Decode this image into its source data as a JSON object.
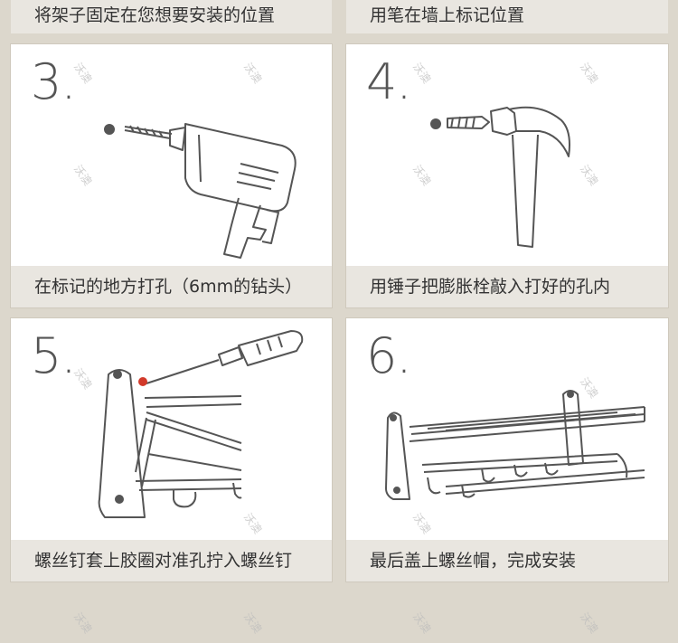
{
  "top": {
    "left_caption": "将架子固定在您想要安装的位置",
    "right_caption": "用笔在墙上标记位置"
  },
  "steps": [
    {
      "number": "3.",
      "caption": "在标记的地方打孔（6mm的钻头）"
    },
    {
      "number": "4.",
      "caption": "用锤子把膨胀栓敲入打好的孔内"
    },
    {
      "number": "5.",
      "caption": "螺丝钉套上胶圈对准孔拧入螺丝钉"
    },
    {
      "number": "6.",
      "caption": "最后盖上螺丝帽，完成安装"
    }
  ],
  "watermark": "沃澳",
  "colors": {
    "background": "#dcd7cc",
    "caption_bg": "#e9e6e0",
    "line": "#555555",
    "accent_red": "#d23a2a"
  }
}
